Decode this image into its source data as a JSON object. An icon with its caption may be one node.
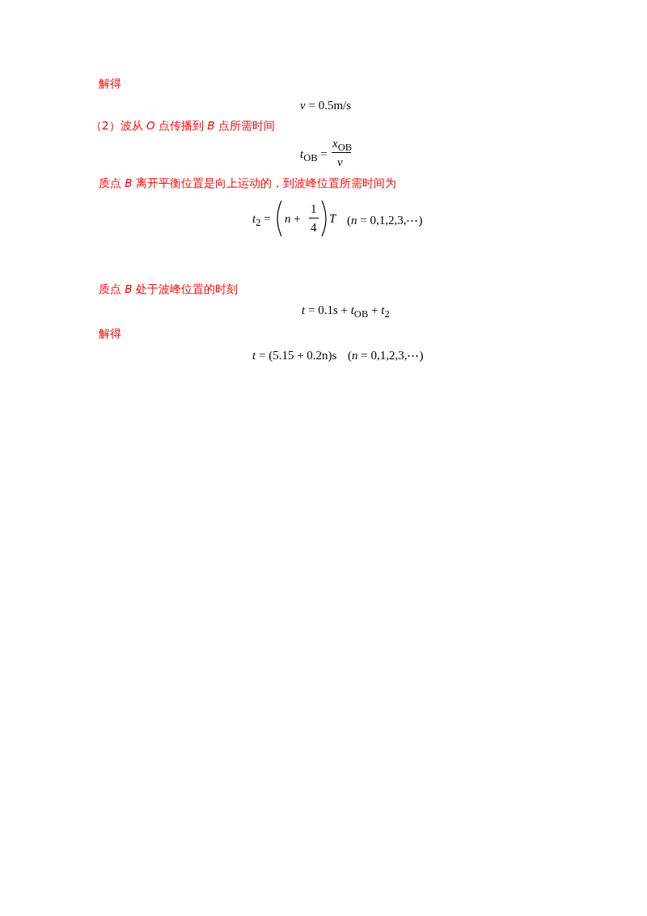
{
  "diagram": {
    "labels": [
      "解得",
      "*v* = 0.5m/s",
      "（2）波从 *O* 点传播到 *B* 点所需时间",
      "*t*$_{OB}$ =",
      "*x*$_{OB}$",
      "*v*",
      "质点 *B* 离开平衡位置是向上运动的，到波峰位置所需时间为",
      "*t*$_{2}$ =",
      "*n* +",
      "1",
      "4",
      "*T*",
      "(*n* = 0,1,2,3,⋯)",
      "质点 *B* 处于波峰位置的时刻",
      "*t* = 0.1s + *t*$_{OB}$ + *t*$_{2}$",
      "解得",
      "*t* = (5.15 + 0.2n)s",
      "(*n* = 0,1,2,3,⋯)"
    ]
  }
}
